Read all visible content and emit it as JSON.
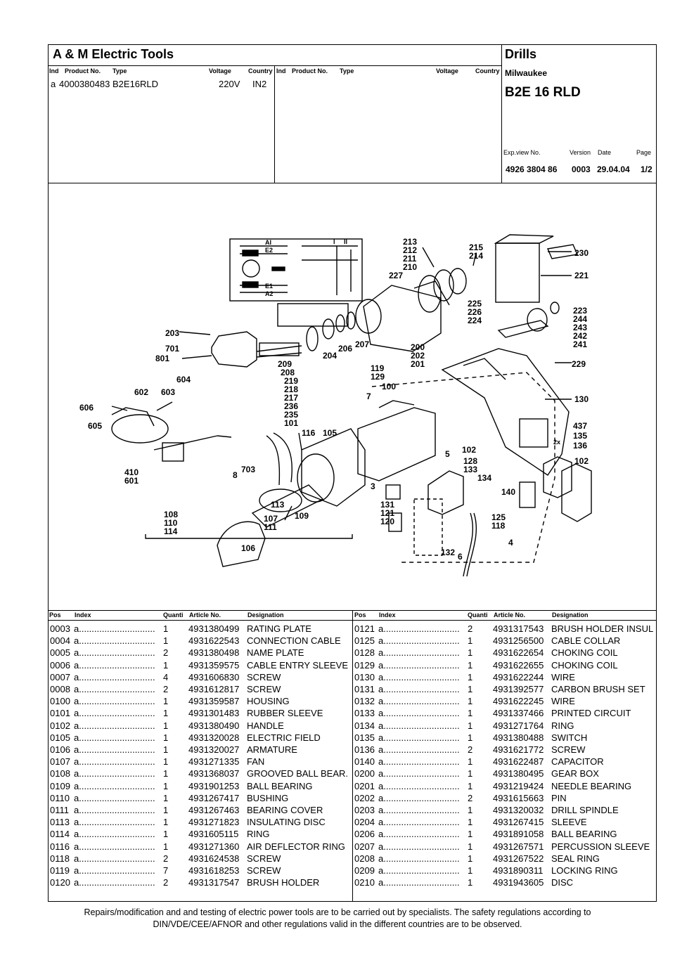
{
  "header": {
    "company": "A & M Electric Tools",
    "category": "Drills",
    "brand": "Milwaukee",
    "model": "B2E 16 RLD",
    "columns_left": [
      "Ind",
      "Product No.",
      "Type",
      "Voltage",
      "Country"
    ],
    "columns_right": [
      "Ind",
      "Product No.",
      "Type",
      "Voltage",
      "Country"
    ],
    "product": {
      "ind": "a",
      "product_no": "4000380483",
      "type": "B2E16RLD",
      "voltage": "220V",
      "country": "IN2"
    },
    "meta_labels": {
      "expview": "Exp.view No.",
      "version": "Version",
      "date": "Date",
      "page": "Page"
    },
    "meta_values": {
      "expview": "4926 3804 86",
      "version": "0003",
      "date": "29.04.04",
      "page": "1/2"
    }
  },
  "diagram": {
    "labels": [
      "213",
      "212",
      "211",
      "210",
      "227",
      "215",
      "214",
      "230",
      "221",
      "225",
      "226",
      "224",
      "223",
      "244",
      "243",
      "242",
      "241",
      "229",
      "200",
      "202",
      "201",
      "119",
      "129",
      "207",
      "206",
      "204",
      "203",
      "701",
      "801",
      "604",
      "209",
      "208",
      "219",
      "218",
      "217",
      "236",
      "235",
      "101",
      "116",
      "105",
      "100",
      "7",
      "602",
      "603",
      "606",
      "605",
      "130",
      "437",
      "135",
      "136",
      "102",
      "5",
      "128",
      "133",
      "134",
      "140",
      "410",
      "601",
      "703",
      "8",
      "113",
      "109",
      "106",
      "108",
      "110",
      "114",
      "107",
      "111",
      "3",
      "131",
      "121",
      "120",
      "125",
      "118",
      "4",
      "132",
      "6",
      "AI",
      "E2",
      "E1",
      "A2",
      "I",
      "II",
      "2x"
    ]
  },
  "table": {
    "headers": [
      "Pos",
      "Index",
      "Quanti",
      "Article No.",
      "Designation"
    ],
    "left": [
      {
        "pos": "0003",
        "index": "a..............................",
        "qty": "1",
        "article": "4931380499",
        "designation": "RATING PLATE"
      },
      {
        "pos": "0004",
        "index": "a..............................",
        "qty": "1",
        "article": "4931622543",
        "designation": "CONNECTION CABLE"
      },
      {
        "pos": "0005",
        "index": "a..............................",
        "qty": "2",
        "article": "4931380498",
        "designation": "NAME PLATE"
      },
      {
        "pos": "0006",
        "index": "a..............................",
        "qty": "1",
        "article": "4931359575",
        "designation": "CABLE ENTRY SLEEVE"
      },
      {
        "pos": "0007",
        "index": "a..............................",
        "qty": "4",
        "article": "4931606830",
        "designation": "SCREW"
      },
      {
        "pos": "0008",
        "index": "a..............................",
        "qty": "2",
        "article": "4931612817",
        "designation": "SCREW"
      },
      {
        "pos": "0100",
        "index": "a..............................",
        "qty": "1",
        "article": "4931359587",
        "designation": "HOUSING"
      },
      {
        "pos": "0101",
        "index": "a..............................",
        "qty": "1",
        "article": "4931301483",
        "designation": "RUBBER SLEEVE"
      },
      {
        "pos": "0102",
        "index": "a..............................",
        "qty": "1",
        "article": "4931380490",
        "designation": "HANDLE"
      },
      {
        "pos": "0105",
        "index": "a..............................",
        "qty": "1",
        "article": "4931320028",
        "designation": "ELECTRIC FIELD"
      },
      {
        "pos": "0106",
        "index": "a..............................",
        "qty": "1",
        "article": "4931320027",
        "designation": "ARMATURE"
      },
      {
        "pos": "0107",
        "index": "a..............................",
        "qty": "1",
        "article": "4931271335",
        "designation": "FAN"
      },
      {
        "pos": "0108",
        "index": "a..............................",
        "qty": "1",
        "article": "4931368037",
        "designation": "GROOVED BALL BEAR."
      },
      {
        "pos": "0109",
        "index": "a..............................",
        "qty": "1",
        "article": "4931901253",
        "designation": "BALL BEARING"
      },
      {
        "pos": "0110",
        "index": "a..............................",
        "qty": "1",
        "article": "4931267417",
        "designation": "BUSHING"
      },
      {
        "pos": "0111",
        "index": "a..............................",
        "qty": "1",
        "article": "4931267463",
        "designation": "BEARING COVER"
      },
      {
        "pos": "0113",
        "index": "a..............................",
        "qty": "1",
        "article": "4931271823",
        "designation": "INSULATING DISC"
      },
      {
        "pos": "0114",
        "index": "a..............................",
        "qty": "1",
        "article": "4931605115",
        "designation": "RING"
      },
      {
        "pos": "0116",
        "index": "a..............................",
        "qty": "1",
        "article": "4931271360",
        "designation": "AIR DEFLECTOR RING"
      },
      {
        "pos": "0118",
        "index": "a..............................",
        "qty": "2",
        "article": "4931624538",
        "designation": "SCREW"
      },
      {
        "pos": "0119",
        "index": "a..............................",
        "qty": "7",
        "article": "4931618253",
        "designation": "SCREW"
      },
      {
        "pos": "0120",
        "index": "a..............................",
        "qty": "2",
        "article": "4931317547",
        "designation": "BRUSH HOLDER"
      }
    ],
    "right": [
      {
        "pos": "0121",
        "index": "a..............................",
        "qty": "2",
        "article": "4931317543",
        "designation": "BRUSH HOLDER INSUL"
      },
      {
        "pos": "0125",
        "index": "a..............................",
        "qty": "1",
        "article": "4931256500",
        "designation": "CABLE COLLAR"
      },
      {
        "pos": "0128",
        "index": "a..............................",
        "qty": "1",
        "article": "4931622654",
        "designation": "CHOKING COIL"
      },
      {
        "pos": "0129",
        "index": "a..............................",
        "qty": "1",
        "article": "4931622655",
        "designation": "CHOKING COIL"
      },
      {
        "pos": "0130",
        "index": "a..............................",
        "qty": "1",
        "article": "4931622244",
        "designation": "WIRE"
      },
      {
        "pos": "0131",
        "index": "a..............................",
        "qty": "1",
        "article": "4931392577",
        "designation": "CARBON BRUSH SET"
      },
      {
        "pos": "0132",
        "index": "a..............................",
        "qty": "1",
        "article": "4931622245",
        "designation": "WIRE"
      },
      {
        "pos": "0133",
        "index": "a..............................",
        "qty": "1",
        "article": "4931337466",
        "designation": "PRINTED CIRCUIT"
      },
      {
        "pos": "0134",
        "index": "a..............................",
        "qty": "1",
        "article": "4931271764",
        "designation": "RING"
      },
      {
        "pos": "0135",
        "index": "a..............................",
        "qty": "1",
        "article": "4931380488",
        "designation": "SWITCH"
      },
      {
        "pos": "0136",
        "index": "a..............................",
        "qty": "2",
        "article": "4931621772",
        "designation": "SCREW"
      },
      {
        "pos": "0140",
        "index": "a..............................",
        "qty": "1",
        "article": "4931622487",
        "designation": "CAPACITOR"
      },
      {
        "pos": "0200",
        "index": "a..............................",
        "qty": "1",
        "article": "4931380495",
        "designation": "GEAR BOX"
      },
      {
        "pos": "0201",
        "index": "a..............................",
        "qty": "1",
        "article": "4931219424",
        "designation": "NEEDLE BEARING"
      },
      {
        "pos": "0202",
        "index": "a..............................",
        "qty": "2",
        "article": "4931615663",
        "designation": "PIN"
      },
      {
        "pos": "0203",
        "index": "a..............................",
        "qty": "1",
        "article": "4931320032",
        "designation": "DRILL SPINDLE"
      },
      {
        "pos": "0204",
        "index": "a..............................",
        "qty": "1",
        "article": "4931267415",
        "designation": "SLEEVE"
      },
      {
        "pos": "0206",
        "index": "a..............................",
        "qty": "1",
        "article": "4931891058",
        "designation": "BALL BEARING"
      },
      {
        "pos": "0207",
        "index": "a..............................",
        "qty": "1",
        "article": "4931267571",
        "designation": "PERCUSSION SLEEVE"
      },
      {
        "pos": "0208",
        "index": "a..............................",
        "qty": "1",
        "article": "4931267522",
        "designation": "SEAL RING"
      },
      {
        "pos": "0209",
        "index": "a..............................",
        "qty": "1",
        "article": "4931890311",
        "designation": "LOCKING RING"
      },
      {
        "pos": "0210",
        "index": "a..............................",
        "qty": "1",
        "article": "4931943605",
        "designation": "DISC"
      }
    ]
  },
  "footer": {
    "line1": "Repairs/modification and and testing of electric power tools  are to be carried out by specialists. The safety regulations according to",
    "line2": "DIN/VDE/CEE/AFNOR and other regulations valid in the different countries are to be observed."
  }
}
